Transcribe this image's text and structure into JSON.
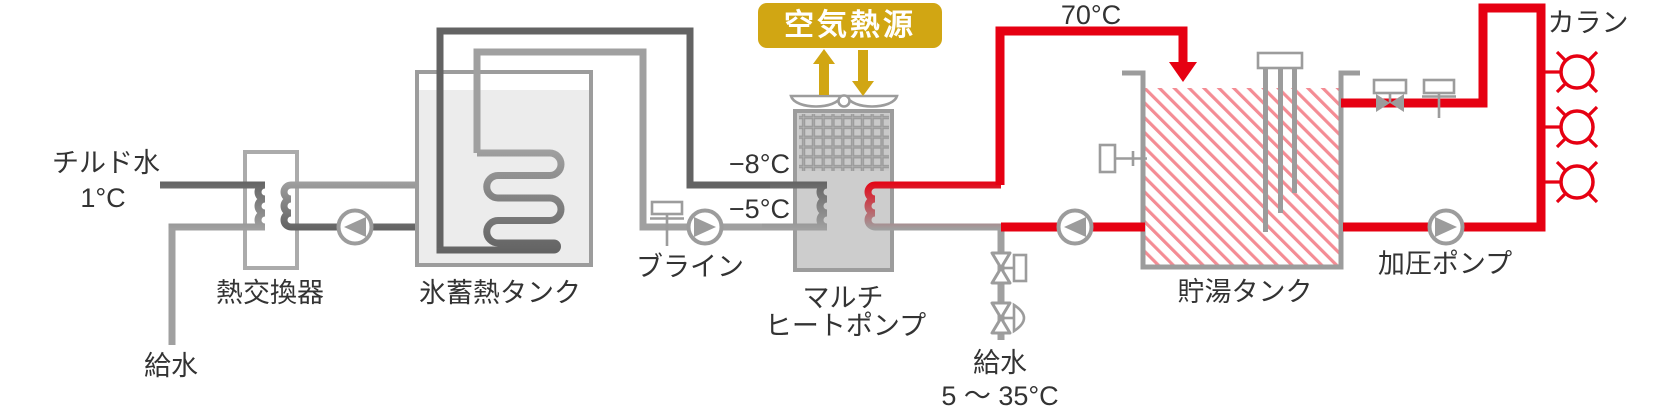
{
  "title": "ice-thermal-storage-multi-heat-pump-system-diagram",
  "labels": {
    "chilled_water": "チルド水",
    "chilled_water_temp": "1°C",
    "supply_water_left": "給水",
    "heat_exchanger": "熱交換器",
    "ice_storage_tank": "氷蓄熱タンク",
    "brine": "ブライン",
    "temp_minus8": "−8°C",
    "temp_minus5": "−5°C",
    "air_heat_source": "空気熱源",
    "heat_pump_line1": "マルチ",
    "heat_pump_line2": "ヒートポンプ",
    "supply_water_bottom": "給水",
    "supply_water_temp": "5 〜 35°C",
    "temp_70": "70°C",
    "hot_water_tank": "貯湯タンク",
    "pressure_pump": "加圧ポンプ",
    "faucet": "カラン"
  },
  "colors": {
    "pipe-red": "#e60012",
    "pipe-dark": "#636363",
    "pipe-light": "#a0a0a0",
    "component-border": "#9c9c9c",
    "yellow": "#d1a613",
    "tank-fill": "#ececec",
    "hp-fill": "#cdcdcd",
    "text": "#333333"
  },
  "icons": {
    "pump": "circle-with-triangle",
    "valve": "bowtie",
    "motor-valve": "bowtie-with-actuator-box",
    "flow-sensor": "box-with-stem",
    "level-sensor": "box-with-stem-horizontal",
    "heater": "box-with-three-prongs",
    "faucet": "circle-with-x-spokes",
    "fan": "bowl-pair",
    "air-flow-arrows": "up-down-triangles",
    "hot-inlet-arrow": "down-triangle"
  }
}
